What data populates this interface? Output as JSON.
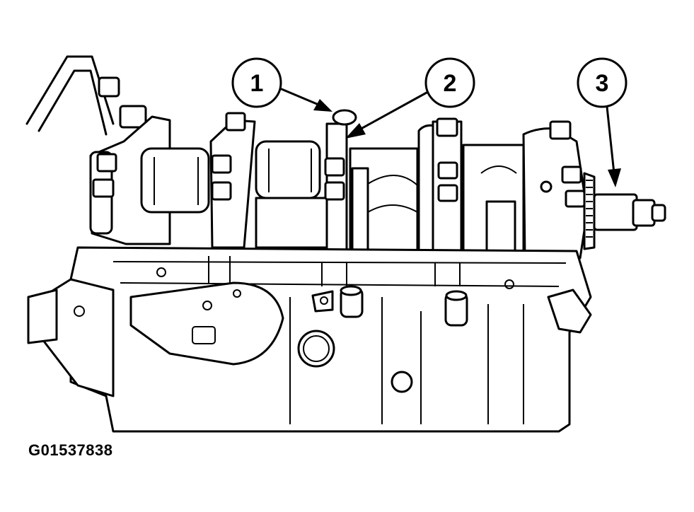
{
  "figure_id": "G01537838",
  "callouts": [
    {
      "label": "1"
    },
    {
      "label": "2"
    },
    {
      "label": "3"
    }
  ]
}
